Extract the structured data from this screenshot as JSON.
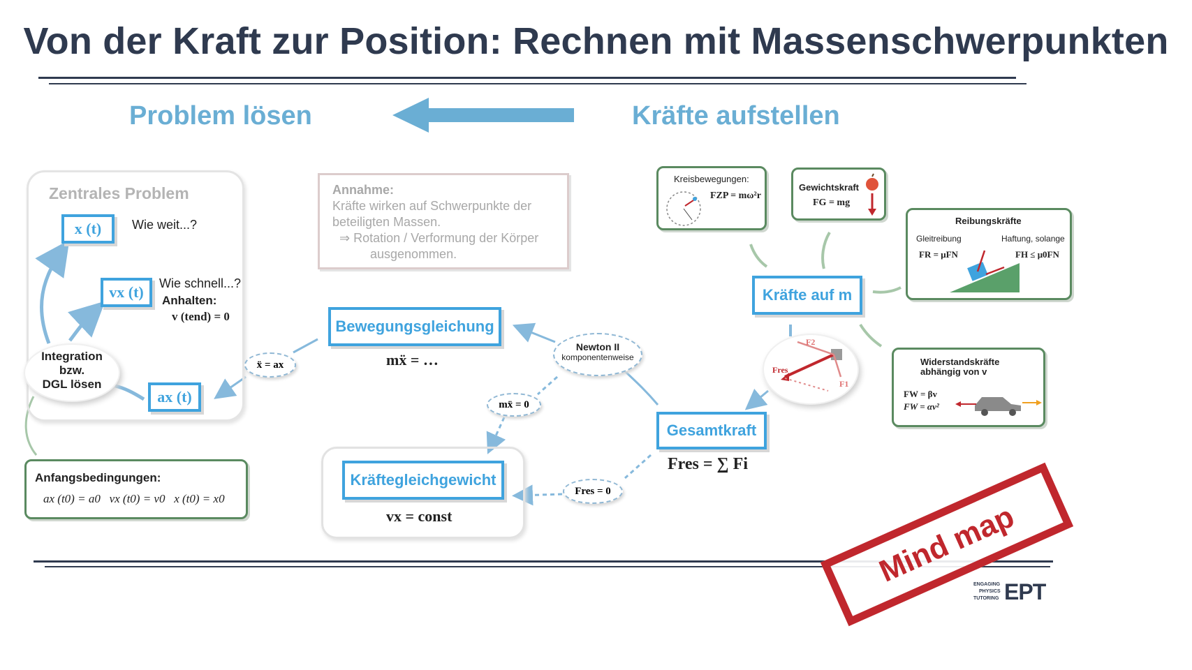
{
  "title": "Von der Kraft zur Position: Rechnen mit Massenschwerpunkten",
  "sections": {
    "left": "Problem lösen",
    "right": "Kräfte aufstellen"
  },
  "central": {
    "heading": "Zentrales Problem",
    "x_t": "x (t)",
    "how_far": "Wie weit...?",
    "v_t": "vx (t)",
    "how_fast": "Wie schnell...?",
    "stop_label": "Anhalten:",
    "stop_eq": "v (tend) = 0",
    "a_t": "ax (t)",
    "integration": [
      "Integration",
      "bzw.",
      "DGL lösen"
    ]
  },
  "assumption": {
    "label": "Annahme:",
    "line1": "Kräfte wirken auf Schwerpunkte der",
    "line2": "beteiligten Massen.",
    "line3": "⇒ Rotation / Verformung der Körper",
    "line4": "ausgenommen."
  },
  "initial": {
    "label": "Anfangsbedingungen:",
    "eq": "ax (t0) = a0   vx (t0) = v0   x (t0) = x0"
  },
  "nodes": {
    "bewegung": "Bewegungsgleichung",
    "bewegung_eq": "mẍ = …",
    "kraftegleich": "Kräftegleichgewicht",
    "kraftegleich_eq": "vx = const",
    "gesamtkraft": "Gesamtkraft",
    "gesamtkraft_eq": "Fres = ∑ Fi",
    "krafte_auf_m": "Kräfte auf m",
    "xdd": "ẍ = ax",
    "newton_1": "Newton II",
    "newton_2": "komponentenweise",
    "mxdd0": "mẍ = 0",
    "fres0": "Fres = 0"
  },
  "forces": {
    "kreis_title": "Kreisbewegungen:",
    "kreis_eq": "FZP = mω²r",
    "gewicht_title": "Gewichtskraft",
    "gewicht_eq": "FG = mg",
    "reibung_title": "Reibungskräfte",
    "reibung_gleit": "Gleitreibung",
    "reibung_haft": "Haftung, solange",
    "reibung_eq1": "FR = μFN",
    "reibung_eq2": "FH ≤ μ0FN",
    "wider_title": "Widerstandskräfte",
    "wider_sub": "abhängig von v",
    "wider_eq1": "FW = βv",
    "wider_eq2": "FW = αv²"
  },
  "stamp": "Mind map",
  "logo": {
    "small1": "ENGAGING",
    "small2": "PHYSICS",
    "small3": "TUTORING",
    "big": "EPT"
  },
  "colors": {
    "title": "#2f3a4f",
    "accent": "#3fa3de",
    "section": "#6aaed4",
    "green": "#5a8a60",
    "stamp": "#c0272d"
  }
}
